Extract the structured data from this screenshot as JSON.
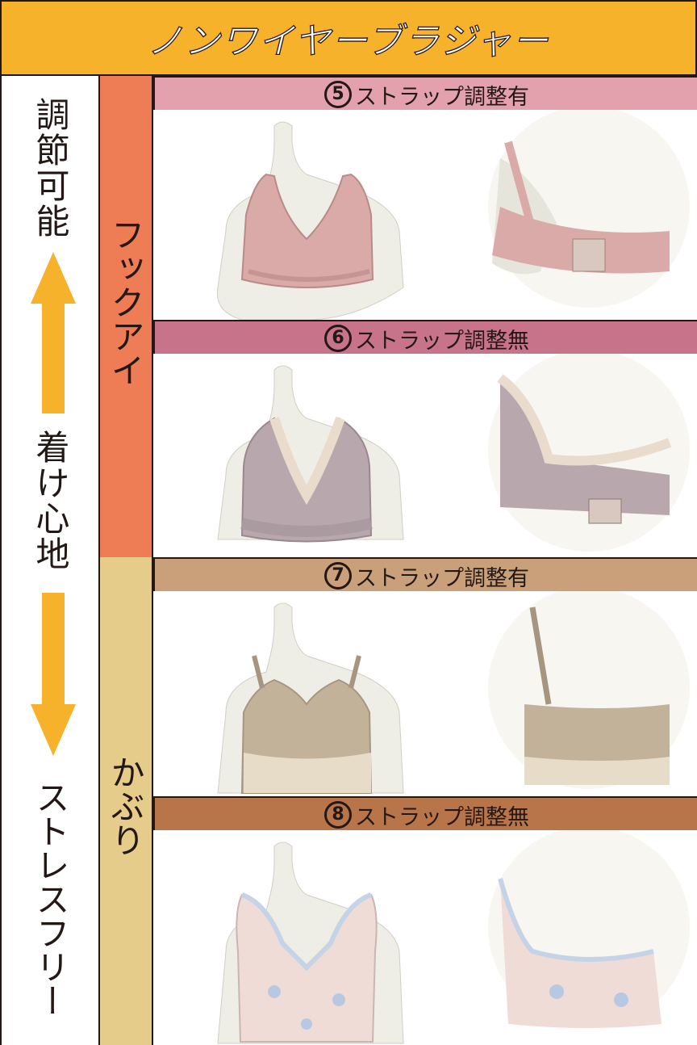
{
  "title": "ノンワイヤーブラジャー",
  "scale": {
    "top_label": "調節可能",
    "middle_label": "着け心地",
    "bottom_label": "ストレスフリー",
    "arrow_color": "#f6b22a"
  },
  "categories": [
    {
      "label": "フックアイ",
      "color": "#ee7d56"
    },
    {
      "label": "かぶり",
      "color": "#e5cc8b"
    }
  ],
  "sections": [
    {
      "number": "5",
      "label": "ストラップ調整有",
      "color": "#e3a1ad",
      "bra_color": "#d9aaa8"
    },
    {
      "number": "6",
      "label": "ストラップ調整無",
      "color": "#c7748a",
      "bra_color": "#b9a7ae"
    },
    {
      "number": "7",
      "label": "ストラップ調整有",
      "color": "#c9a07a",
      "bra_color": "#c3b29a"
    },
    {
      "number": "8",
      "label": "ストラップ調整無",
      "color": "#b9754a",
      "bra_color": "#f0dcd6"
    }
  ],
  "colors": {
    "title_bg": "#f6b22a",
    "border": "#231815"
  }
}
